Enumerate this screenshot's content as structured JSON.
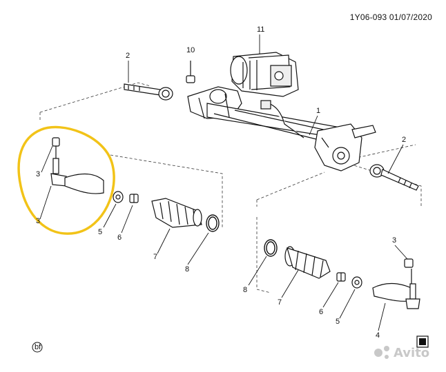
{
  "document": {
    "header_code": "1Y06-093  01/07/2020",
    "corner_mark": "bf",
    "watermark": "Avito"
  },
  "part_numbers": {
    "p1": "1",
    "p2_left": "2",
    "p2_right": "2",
    "p3_left": "3",
    "p3_left_lower": "3",
    "p3_right": "3",
    "p4": "4",
    "p5_left": "5",
    "p5_right": "5",
    "p6_left": "6",
    "p6_right": "6",
    "p7_left": "7",
    "p7_right": "7",
    "p8_left": "8",
    "p8_right": "8",
    "p10": "10",
    "p11": "11"
  },
  "colors": {
    "line": "#111111",
    "highlight": "#f2c318",
    "watermark": "#c8c8c8"
  }
}
